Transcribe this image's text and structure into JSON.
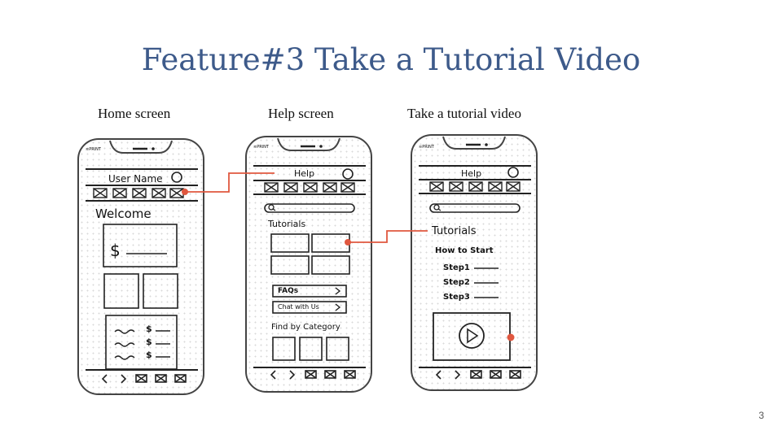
{
  "slide": {
    "title": "Feature#3  Take a Tutorial Video",
    "page_number": "3"
  },
  "captions": {
    "home": "Home screen",
    "help": "Help screen",
    "tutorial": "Take a tutorial video"
  },
  "phone_status": "≋PRINT",
  "home": {
    "header": "User Name",
    "welcome": "Welcome",
    "currency": "$",
    "list_symbol": "$"
  },
  "help": {
    "header": "Help",
    "section": "Tutorials",
    "faq": "FAQs",
    "chat": "Chat with Us",
    "find": "Find by Category"
  },
  "tutorial": {
    "header": "Help",
    "section": "Tutorials",
    "how_to": "How to Start",
    "steps": [
      "Step1",
      "Step2",
      "Step3"
    ]
  },
  "colors": {
    "accent": "#e0573f",
    "title": "#3d5a8a"
  }
}
